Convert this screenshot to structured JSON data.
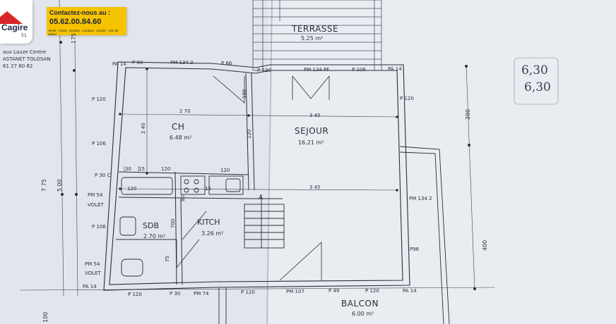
{
  "header": {
    "brand": "Cagire",
    "brand_code": "51",
    "contact_title": "Contactez-nous au :",
    "phone": "05.62.00.84.60",
    "nav": [
      "Vente",
      "Achat",
      "Gestion",
      "Location",
      "Syndic",
      "Avis de valeur"
    ]
  },
  "plan": {
    "margin_notes": {
      "town": "ASTANET TOLOSAN",
      "phone_partial": "61 27 80 82",
      "address_partial": "aux Lauze Centre"
    },
    "handwritten": [
      "6,30",
      "6,30"
    ],
    "rooms": {
      "terrasse": {
        "name": "TERRASSE",
        "area": "5.25 m²"
      },
      "chambre": {
        "name": "CH",
        "area": "6.48 m²"
      },
      "sejour": {
        "name": "SEJOUR",
        "area": "16.21 m²"
      },
      "sdb": {
        "name": "SDB",
        "area": "2.70 m²"
      },
      "kitchen": {
        "name": "KITCH",
        "area": "3.26 m²"
      },
      "balcon": {
        "name": "BALCON",
        "area": "6.00 m²"
      }
    },
    "stair_label": "A",
    "top_labels": {
      "pa14_left": "PA 14",
      "p60": "P 60",
      "pm1342": "PM 134 2",
      "p66": "P 66",
      "p120": "P 120",
      "pm134pf": "PM 134 PF",
      "p106": "P 106",
      "pa14_right": "PA 14"
    },
    "left_labels": {
      "p120": "P 120",
      "p106_a": "P 106",
      "p30c": "P 30 C",
      "pm54_a": "PM 54",
      "volet_a": "VOLET",
      "p106_b": "P 106",
      "pm54_b": "PM 54",
      "volet_b": "VOLET",
      "pa14": "PA 14"
    },
    "bottom_labels": {
      "p120_a": "P 120",
      "p30": "P 30",
      "pm74": "PM 74",
      "p120_b": "P 120",
      "pm107": "PM 107",
      "p49": "P 49",
      "p120_c": "P 120",
      "pa14": "PA 14"
    },
    "right_labels": {
      "p120": "P 120",
      "pm1342": "PM 134 2",
      "p96": "P96"
    },
    "dims": {
      "d270": "2 70",
      "d345_top": "3 45",
      "d345_mid": "3 45",
      "d240": "2 40",
      "d120_v": "120",
      "d120_a": "120",
      "d120_b": "120",
      "d30": "30",
      "d15": "15",
      "d120_bath": "120",
      "d15_k": "15",
      "d700": "700",
      "d80": "80",
      "d75": "75",
      "d100_door": "100",
      "d775": "7 75",
      "d500": "5 00",
      "d175": "175",
      "d100": "100",
      "d200": "200",
      "d400": "400"
    }
  }
}
